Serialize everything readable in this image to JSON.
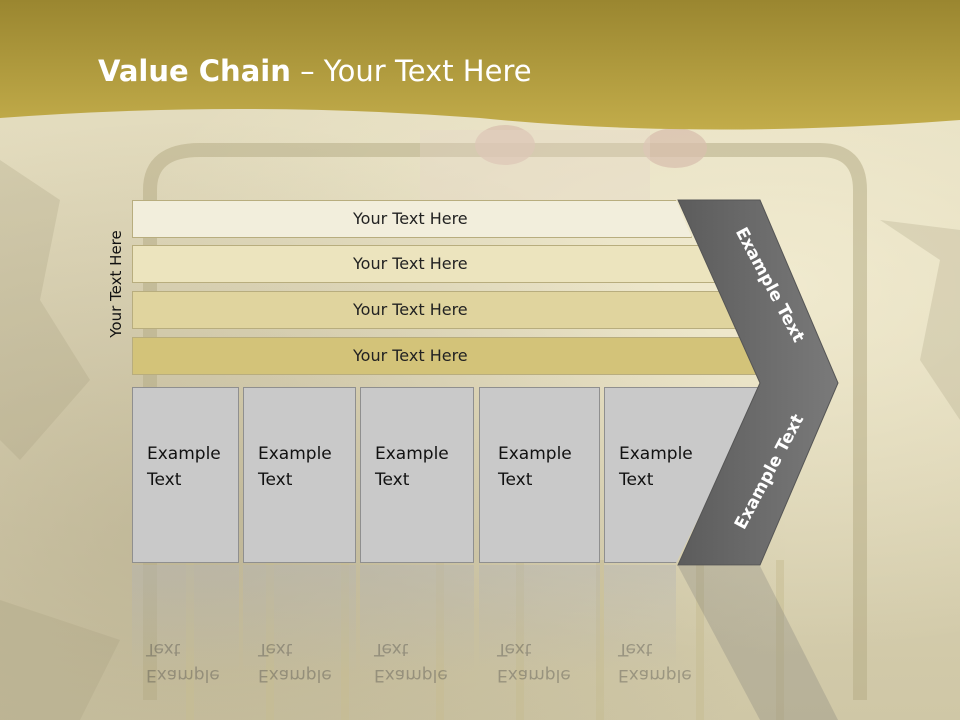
{
  "slide": {
    "title_bold": "Value Chain",
    "title_rest": " – Your Text Here",
    "side_label": "Your Text Here",
    "rows": [
      "Your Text Here",
      "Your Text Here",
      "Your Text Here",
      "Your Text Here"
    ],
    "boxes": [
      {
        "line1": "Example",
        "line2": "Text"
      },
      {
        "line1": "Example",
        "line2": "Text"
      },
      {
        "line1": "Example",
        "line2": "Text"
      },
      {
        "line1": "Example",
        "line2": "Text"
      },
      {
        "line1": "Example",
        "line2": "Text"
      }
    ],
    "chevron_top_label": "Example Text",
    "chevron_bottom_label": "Example Text"
  },
  "colors": {
    "header_gold": "#b09a3a",
    "row_1": "#f2eedc",
    "row_2": "#ece4be",
    "row_3": "#e0d49e",
    "row_4": "#d3c379",
    "box_gray": "#c9c9c9",
    "chevron_gray": "#6e6e6e"
  }
}
